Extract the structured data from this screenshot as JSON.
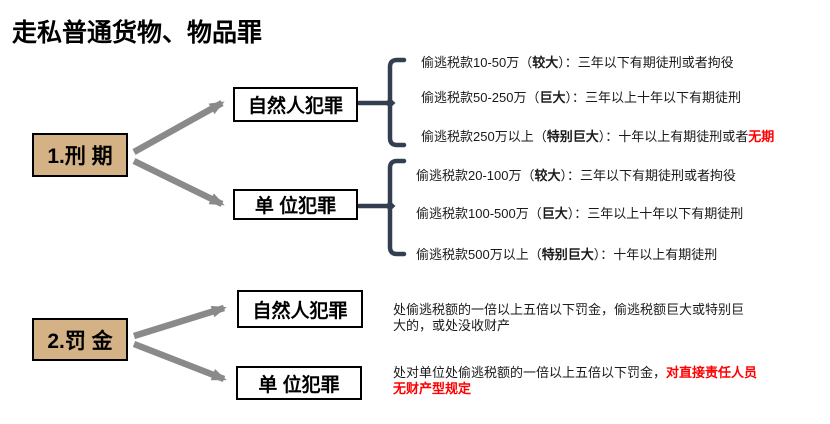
{
  "title": "走私普通货物、物品罪",
  "colors": {
    "root_box_fill": "#D5B286",
    "box_border": "#000000",
    "bracket": "#333F50",
    "arrow": "#8A8A8A",
    "red": "#FF0000",
    "text": "#1A1A1A"
  },
  "nodes": {
    "sentence_root": "1.刑 期",
    "sentence_natural": "自然人犯罪",
    "sentence_unit": "单 位犯罪",
    "fine_root": "2.罚 金",
    "fine_natural": "自然人犯罪",
    "fine_unit": "单 位犯罪"
  },
  "sentence_details": {
    "natural": [
      {
        "segments": [
          {
            "t": "偷逃税款10-50万（"
          },
          {
            "t": "较大",
            "bold": true
          },
          {
            "t": "）：三年以下有期徒刑或者拘役"
          }
        ]
      },
      {
        "segments": [
          {
            "t": "偷逃税款50-250万（"
          },
          {
            "t": "巨大",
            "bold": true
          },
          {
            "t": "）：三年以上十年以下有期徒刑"
          }
        ]
      },
      {
        "segments": [
          {
            "t": "偷逃税款250万以上（"
          },
          {
            "t": "特别巨大",
            "bold": true
          },
          {
            "t": "）：十年以上有期徒刑或者"
          },
          {
            "t": "无期",
            "bold": true,
            "red": true
          }
        ]
      }
    ],
    "unit": [
      {
        "segments": [
          {
            "t": "偷逃税款20-100万（"
          },
          {
            "t": "较大",
            "bold": true
          },
          {
            "t": "）：三年以下有期徒刑或者拘役"
          }
        ]
      },
      {
        "segments": [
          {
            "t": "偷逃税款100-500万（"
          },
          {
            "t": "巨大",
            "bold": true
          },
          {
            "t": "）：三年以上十年以下有期徒刑"
          }
        ]
      },
      {
        "segments": [
          {
            "t": "偷逃税款500万以上（"
          },
          {
            "t": "特别巨大",
            "bold": true
          },
          {
            "t": "）：十年以上有期徒刑"
          }
        ]
      }
    ]
  },
  "fine_details": {
    "natural": {
      "rows": [
        [
          {
            "t": "处偷逃税额的一倍以上五倍以下罚金，偷逃税额巨大或特别巨"
          }
        ],
        [
          {
            "t": "大的，或处没收财产"
          }
        ]
      ]
    },
    "unit": {
      "rows": [
        [
          {
            "t": "处对单位处偷逃税额的一倍以上五倍以下罚金，"
          },
          {
            "t": "对直接责任人员",
            "bold": true,
            "red": true
          }
        ],
        [
          {
            "t": "无财产型规定",
            "bold": true,
            "red": true
          }
        ]
      ]
    }
  }
}
